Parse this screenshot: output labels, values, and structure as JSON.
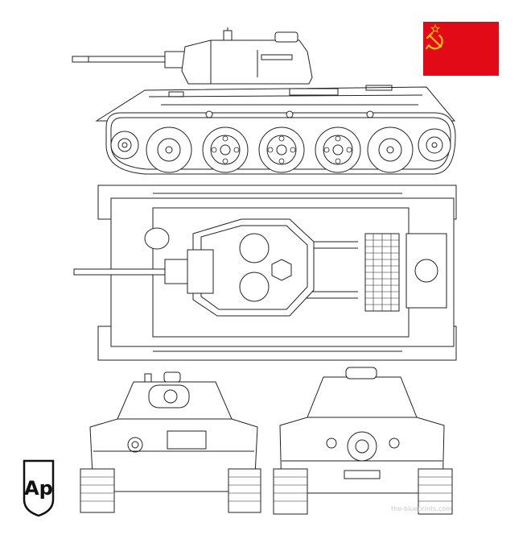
{
  "blueprint": {
    "logo_text": "Ap",
    "watermark": "the-blueprints.com",
    "flag_name": "soviet-union-flag",
    "colors": {
      "flag_red": "#e30a17",
      "flag_gold": "#f4c20d",
      "line": "#222222",
      "paper": "#ffffff"
    }
  }
}
